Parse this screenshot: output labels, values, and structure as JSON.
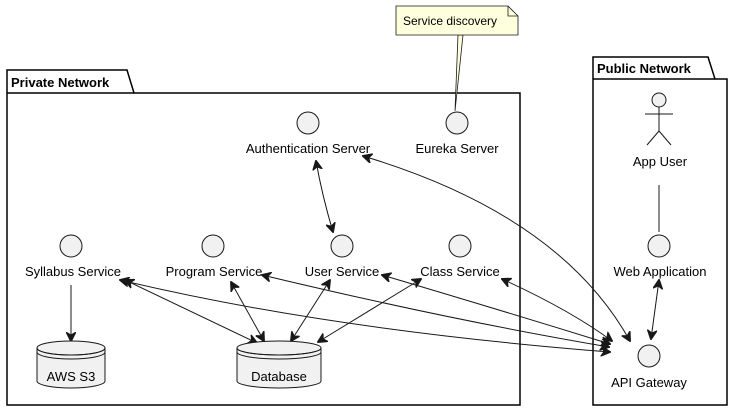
{
  "packages": {
    "private": "Private Network",
    "public": "Public Network"
  },
  "note": "Service discovery",
  "nodes": {
    "auth": "Authentication Server",
    "eureka": "Eureka Server",
    "syllabus": "Syllabus Service",
    "program": "Program Service",
    "user": "User Service",
    "class": "Class Service",
    "s3": "AWS S3",
    "db": "Database",
    "app_user": "App User",
    "web_app": "Web Application",
    "gateway": "API Gateway"
  }
}
